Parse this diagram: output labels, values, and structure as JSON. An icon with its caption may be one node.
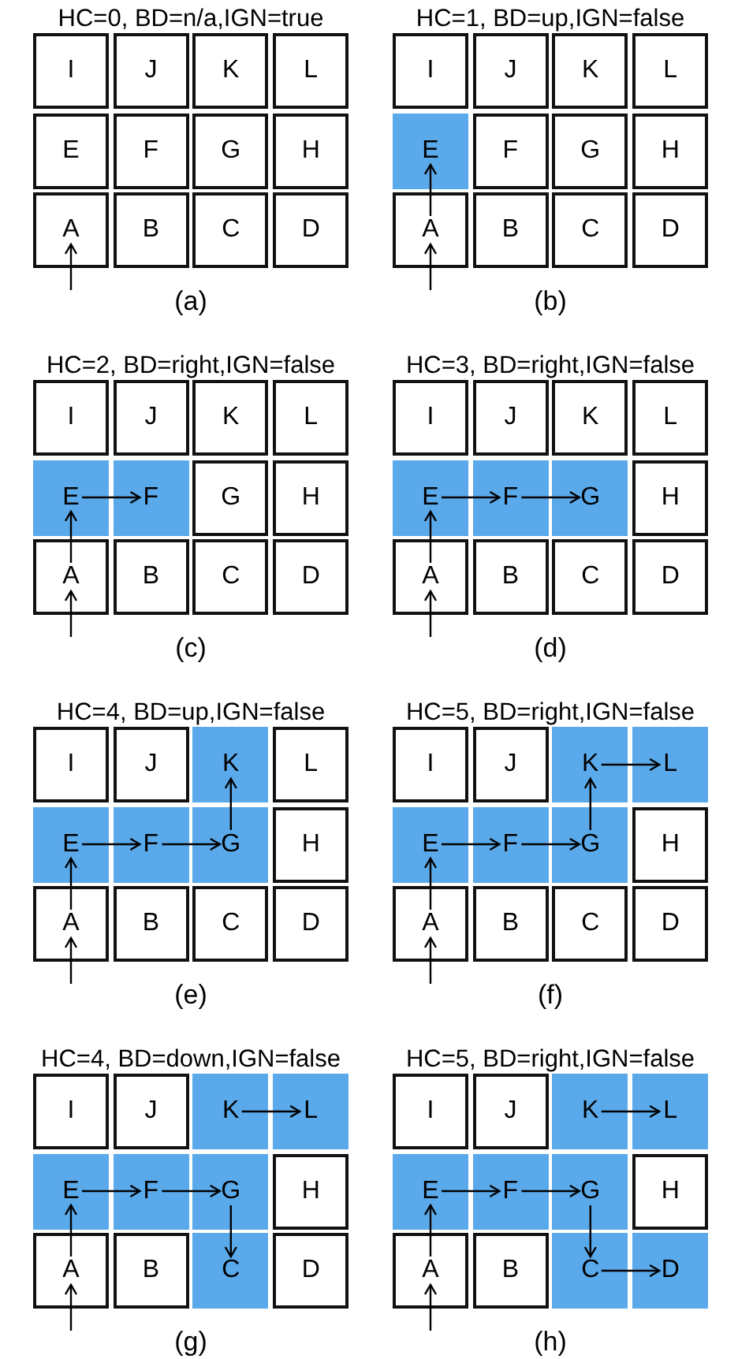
{
  "diagram": {
    "nodes": [
      {
        "text": [
          "I"
        ]
      },
      {
        "text": [
          "J"
        ]
      },
      {
        "text": [
          "K"
        ]
      },
      {
        "text": [
          "L"
        ]
      },
      {
        "text": [
          "E"
        ]
      },
      {
        "text": [
          "F"
        ]
      },
      {
        "text": [
          "G"
        ]
      },
      {
        "text": [
          "H"
        ]
      },
      {
        "text": [
          "A"
        ]
      },
      {
        "text": [
          "B"
        ]
      },
      {
        "text": [
          "C"
        ]
      },
      {
        "text": [
          "D"
        ]
      },
      {
        "text": [
          "I"
        ]
      },
      {
        "text": [
          "J"
        ]
      },
      {
        "text": [
          "K"
        ]
      },
      {
        "text": [
          "L"
        ]
      },
      {
        "text": [
          "E"
        ]
      },
      {
        "text": [
          "F"
        ]
      },
      {
        "text": [
          "G"
        ]
      },
      {
        "text": [
          "H"
        ]
      },
      {
        "text": [
          "A"
        ]
      },
      {
        "text": [
          "B"
        ]
      },
      {
        "text": [
          "C"
        ]
      },
      {
        "text": [
          "D"
        ]
      },
      {
        "text": [
          "I"
        ]
      },
      {
        "text": [
          "J"
        ]
      },
      {
        "text": [
          "K"
        ]
      },
      {
        "text": [
          "L"
        ]
      },
      {
        "text": [
          "E"
        ]
      },
      {
        "text": [
          "F"
        ]
      },
      {
        "text": [
          "G"
        ]
      },
      {
        "text": [
          "H"
        ]
      },
      {
        "text": [
          "A"
        ]
      },
      {
        "text": [
          "B"
        ]
      },
      {
        "text": [
          "C"
        ]
      },
      {
        "text": [
          "D"
        ]
      },
      {
        "text": [
          "I"
        ]
      },
      {
        "text": [
          "J"
        ]
      },
      {
        "text": [
          "K"
        ]
      },
      {
        "text": [
          "L"
        ]
      },
      {
        "text": [
          "E"
        ]
      },
      {
        "text": [
          "F"
        ]
      },
      {
        "text": [
          "G"
        ]
      },
      {
        "text": [
          "H"
        ]
      },
      {
        "text": [
          "A"
        ]
      },
      {
        "text": [
          "B"
        ]
      },
      {
        "text": [
          "C"
        ]
      },
      {
        "text": [
          "D"
        ]
      },
      {
        "text": [
          "I"
        ]
      },
      {
        "text": [
          "J"
        ]
      },
      {
        "text": [
          "K"
        ]
      },
      {
        "text": [
          "L"
        ]
      },
      {
        "text": [
          "E"
        ]
      },
      {
        "text": [
          "F"
        ]
      },
      {
        "text": [
          "G"
        ]
      },
      {
        "text": [
          "H"
        ]
      },
      {
        "text": [
          "A"
        ]
      },
      {
        "text": [
          "B"
        ]
      },
      {
        "text": [
          "C"
        ]
      },
      {
        "text": [
          "D"
        ]
      },
      {
        "text": [
          "I"
        ]
      },
      {
        "text": [
          "J"
        ]
      },
      {
        "text": [
          "K"
        ]
      },
      {
        "text": [
          "L"
        ]
      },
      {
        "text": [
          "E"
        ]
      },
      {
        "text": [
          "F"
        ]
      },
      {
        "text": [
          "G"
        ]
      },
      {
        "text": [
          "H"
        ]
      },
      {
        "text": [
          "A"
        ]
      },
      {
        "text": [
          "B"
        ]
      },
      {
        "text": [
          "C"
        ]
      },
      {
        "text": [
          "D"
        ]
      },
      {
        "text": [
          "I"
        ]
      },
      {
        "text": [
          "J"
        ]
      },
      {
        "text": [
          "K"
        ]
      },
      {
        "text": [
          "L"
        ]
      },
      {
        "text": [
          "E"
        ]
      },
      {
        "text": [
          "F"
        ]
      },
      {
        "text": [
          "G"
        ]
      },
      {
        "text": [
          "H"
        ]
      },
      {
        "text": [
          "A"
        ]
      },
      {
        "text": [
          "B"
        ]
      },
      {
        "text": [
          "C"
        ]
      },
      {
        "text": [
          "D"
        ]
      },
      {
        "text": [
          "I"
        ]
      },
      {
        "text": [
          "J"
        ]
      },
      {
        "text": [
          "K"
        ]
      },
      {
        "text": [
          "L"
        ]
      },
      {
        "text": [
          "E"
        ]
      },
      {
        "text": [
          "F"
        ]
      },
      {
        "text": [
          "G"
        ]
      },
      {
        "text": [
          "H"
        ]
      },
      {
        "text": [
          "A"
        ]
      },
      {
        "text": [
          "B"
        ]
      },
      {
        "text": [
          "C"
        ]
      },
      {
        "text": [
          "D"
        ]
      }
    ],
    "edges": [
      {
        "from": null,
        "to": 8,
        "arrow": "to"
      },
      {
        "from": null,
        "to": 20,
        "arrow": "to"
      },
      {
        "from": 20,
        "to": 16,
        "arrow": "to"
      },
      {
        "from": null,
        "to": 32,
        "arrow": "to"
      },
      {
        "from": 32,
        "to": 28,
        "arrow": "to"
      },
      {
        "from": 28,
        "to": 29,
        "arrow": "to"
      },
      {
        "from": null,
        "to": 44,
        "arrow": "to"
      },
      {
        "from": 44,
        "to": 40,
        "arrow": "to"
      },
      {
        "from": 40,
        "to": 41,
        "arrow": "to"
      },
      {
        "from": 41,
        "to": 42,
        "arrow": "to"
      },
      {
        "from": null,
        "to": 56,
        "arrow": "to"
      },
      {
        "from": 56,
        "to": 52,
        "arrow": "to"
      },
      {
        "from": 52,
        "to": 53,
        "arrow": "to"
      },
      {
        "from": 53,
        "to": 54,
        "arrow": "to"
      },
      {
        "from": 54,
        "to": 50,
        "arrow": "to"
      },
      {
        "from": null,
        "to": 68,
        "arrow": "to"
      },
      {
        "from": 68,
        "to": 64,
        "arrow": "to"
      },
      {
        "from": 64,
        "to": 65,
        "arrow": "to"
      },
      {
        "from": 65,
        "to": 66,
        "arrow": "to"
      },
      {
        "from": 66,
        "to": 62,
        "arrow": "to"
      },
      {
        "from": 62,
        "to": 63,
        "arrow": "to"
      },
      {
        "from": null,
        "to": 80,
        "arrow": "to"
      },
      {
        "from": 80,
        "to": 76,
        "arrow": "to"
      },
      {
        "from": 76,
        "to": 77,
        "arrow": "to"
      },
      {
        "from": 77,
        "to": 78,
        "arrow": "to"
      },
      {
        "from": 74,
        "to": 75,
        "arrow": "to"
      },
      {
        "from": 78,
        "to": 82,
        "arrow": "to"
      },
      {
        "from": null,
        "to": 92,
        "arrow": "to"
      },
      {
        "from": 92,
        "to": 88,
        "arrow": "to"
      },
      {
        "from": 88,
        "to": 89,
        "arrow": "to"
      },
      {
        "from": 89,
        "to": 90,
        "arrow": "to"
      },
      {
        "from": 86,
        "to": 87,
        "arrow": "to"
      },
      {
        "from": 90,
        "to": 94,
        "arrow": "to"
      },
      {
        "from": 94,
        "to": 95,
        "arrow": "to"
      }
    ],
    "labels": [
      "HC=0, BD=n/a,IGN=true",
      "HC=1, BD=up,IGN=false",
      "(a)",
      "(b)",
      "HC=2, BD=right,IGN=false",
      "HC=3, BD=right,IGN=false",
      "(c)",
      "(d)",
      "HC=4, BD=up,IGN=false",
      "HC=5, BD=right,IGN=false",
      "(e)",
      "(f)",
      "HC=4, BD=down,IGN=false",
      "HC=5, BD=right,IGN=false",
      "(g)",
      "(h)"
    ]
  }
}
